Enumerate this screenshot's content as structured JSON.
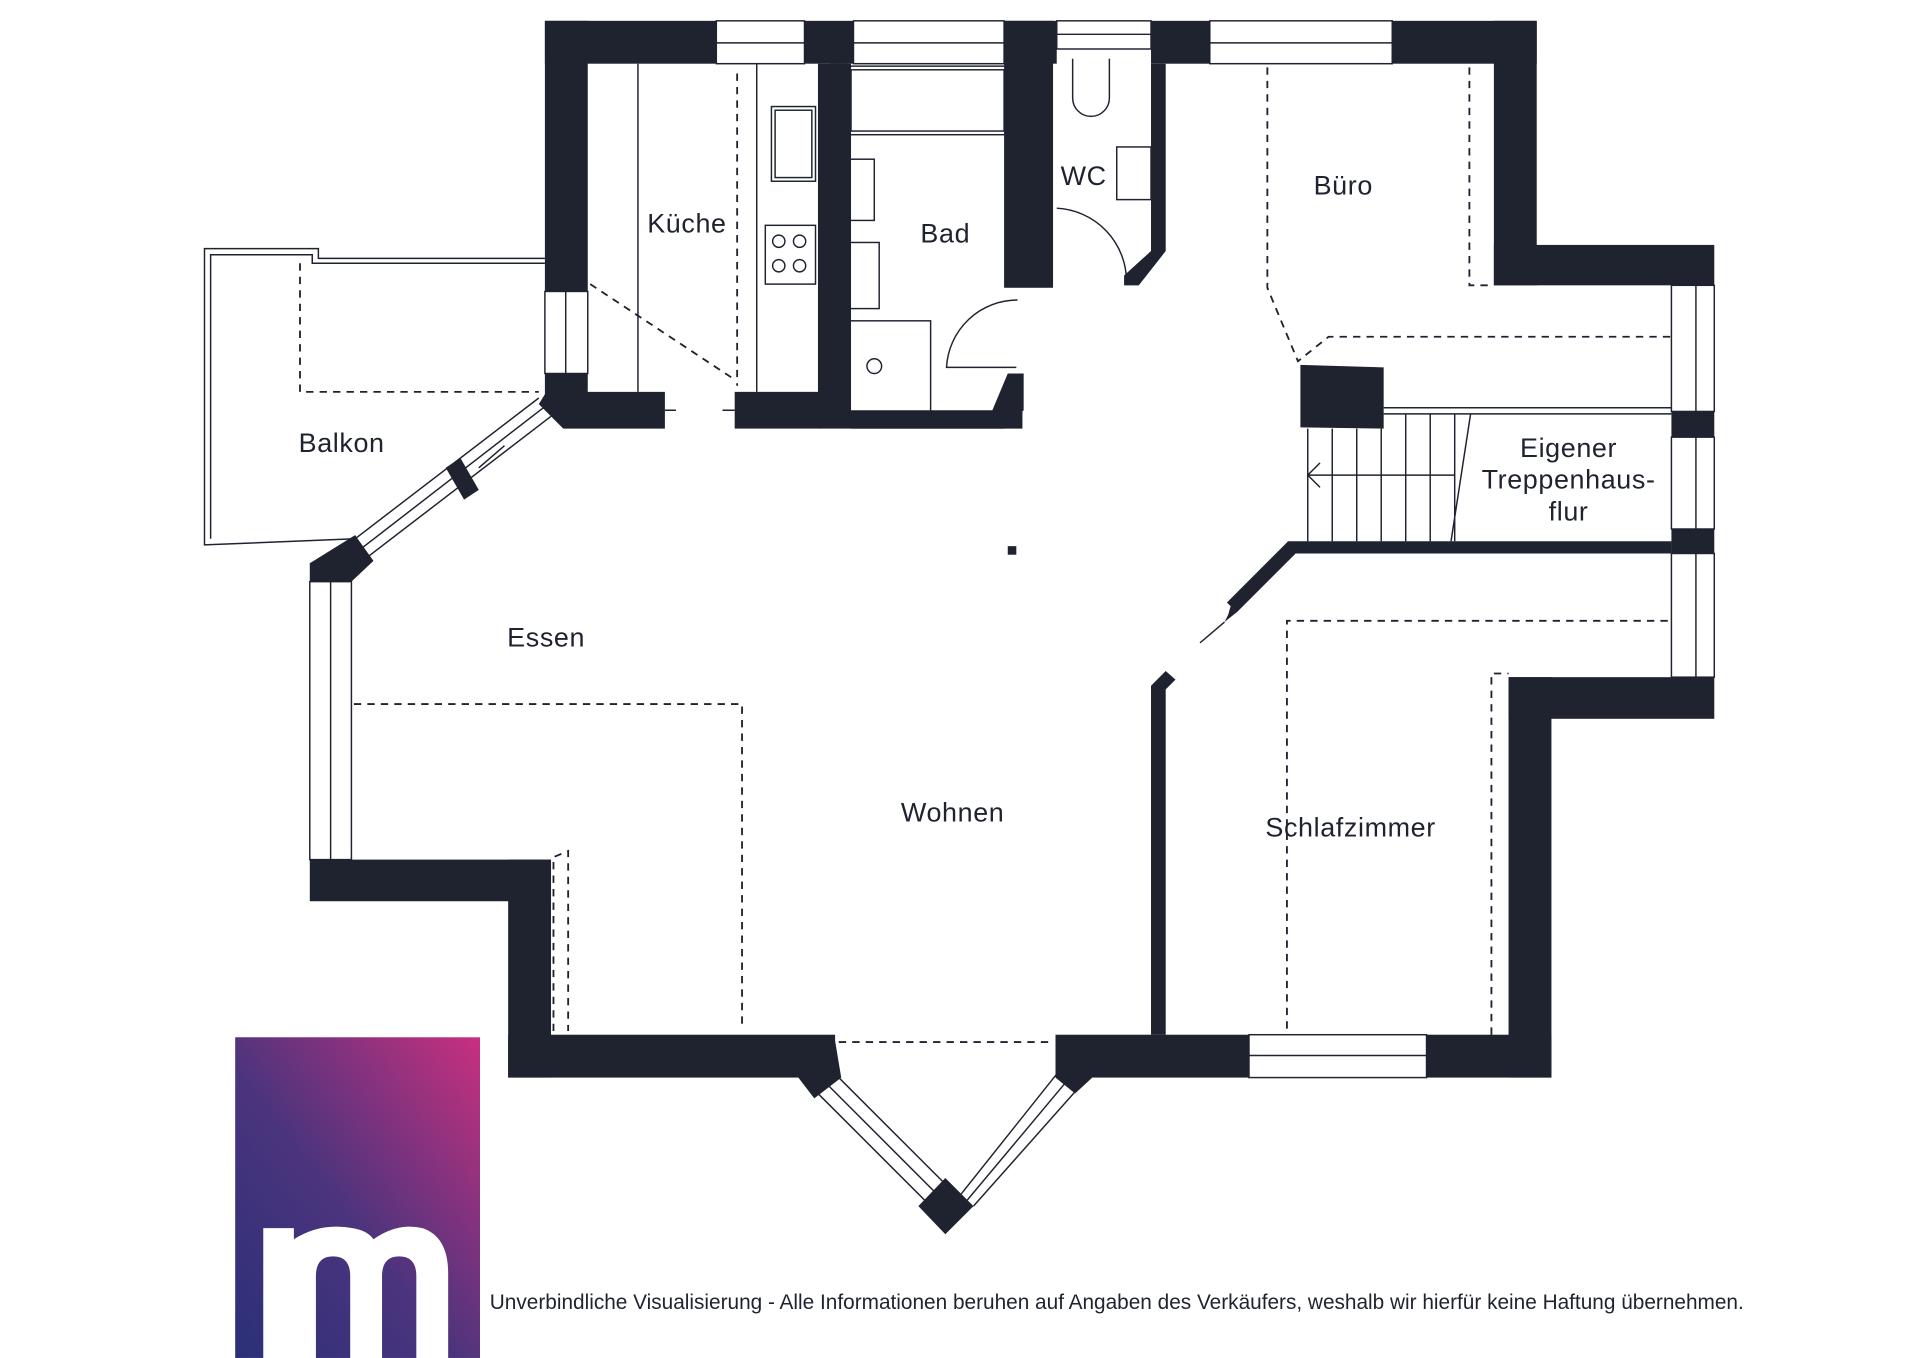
{
  "rooms": {
    "kitchen": "Küche",
    "bath": "Bad",
    "wc": "WC",
    "office": "Büro",
    "balcony": "Balkon",
    "dining": "Essen",
    "living": "Wohnen",
    "bedroom": "Schlafzimmer",
    "stair_line1": "Eigener",
    "stair_line2": "Treppenhaus-",
    "stair_line3": "flur"
  },
  "disclaimer": "Unverbindliche Visualisierung - Alle Informationen beruhen auf Angaben des Verkäufers, weshalb wir hierfür keine Haftung übernehmen.",
  "logo": {
    "letter": "m",
    "gradient_from": "#c8307f",
    "gradient_to": "#2b3078"
  },
  "colors": {
    "wall": "#1f2330"
  }
}
